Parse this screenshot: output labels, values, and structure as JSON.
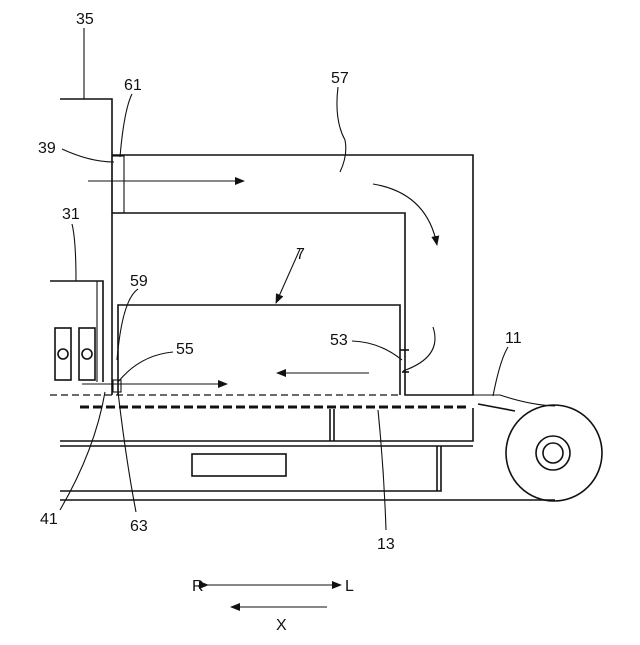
{
  "labels": {
    "l35": "35",
    "l61": "61",
    "l57": "57",
    "l39": "39",
    "l31": "31",
    "l7": "7",
    "l59": "59",
    "l55": "55",
    "l53": "53",
    "l11": "11",
    "l41": "41",
    "l63": "63",
    "l13": "13"
  },
  "direction": {
    "r": "R",
    "l": "L",
    "x": "X"
  }
}
